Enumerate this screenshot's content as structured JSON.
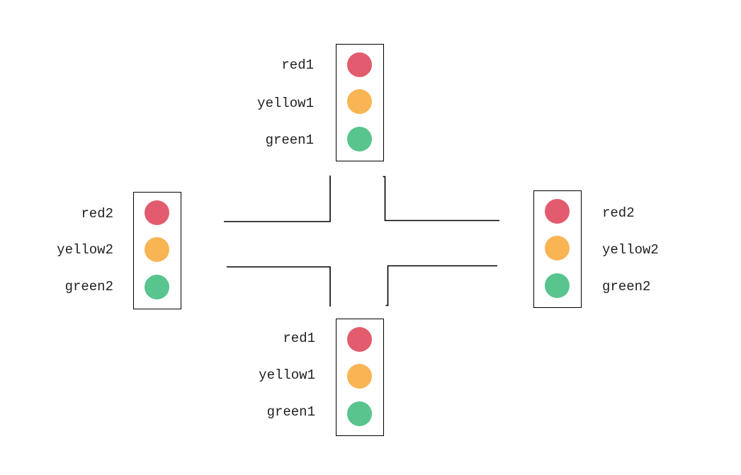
{
  "diagram": {
    "description": "four-way road intersection with four traffic lights"
  },
  "lamp_colors": {
    "red": "#e25c6e",
    "yellow": "#f9b453",
    "green": "#58c48e"
  },
  "line_color": "#000000",
  "text_color": "#1f1f1f",
  "background": "#ffffff",
  "lights": {
    "top": {
      "position": "top",
      "labels": [
        "red1",
        "yellow1",
        "green1"
      ]
    },
    "left": {
      "position": "left",
      "labels": [
        "red2",
        "yellow2",
        "green2"
      ]
    },
    "right": {
      "position": "right",
      "labels": [
        "red2",
        "yellow2",
        "green2"
      ]
    },
    "bottom": {
      "position": "bottom",
      "labels": [
        "red1",
        "yellow1",
        "green1"
      ]
    }
  }
}
